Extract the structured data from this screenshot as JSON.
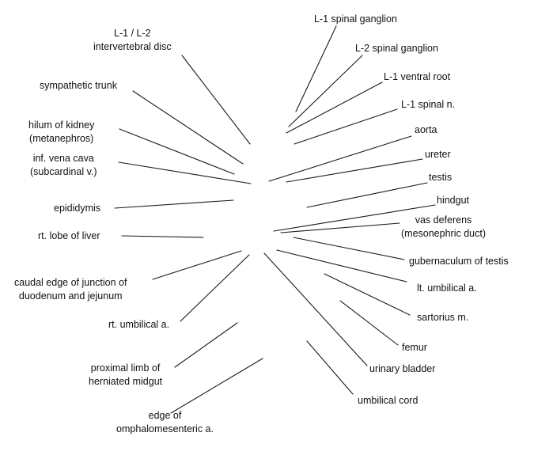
{
  "diagram": {
    "line_color": "#1a1a1a",
    "labels": {
      "l1_l2_disc": [
        "L-1 / L-2",
        "intervertebral disc"
      ],
      "sympathetic_trunk": [
        "sympathetic trunk"
      ],
      "hilum_of_kidney": [
        "hilum of kidney",
        "(metanephros)"
      ],
      "inf_vena_cava": [
        "inf. vena cava",
        "(subcardinal v.)"
      ],
      "epididymis": [
        "epididymis"
      ],
      "rt_lobe_of_liver": [
        "rt. lobe of liver"
      ],
      "caudal_edge_junction": [
        "caudal edge of junction of",
        "duodenum and jejunum"
      ],
      "rt_umbilical_a": [
        "rt. umbilical a."
      ],
      "proximal_limb_midgut": [
        "proximal limb of",
        "herniated midgut"
      ],
      "edge_omphalomesenteric": [
        "edge of",
        "omphalomesenteric a."
      ],
      "l1_spinal_ganglion": [
        "L-1 spinal ganglion"
      ],
      "l2_spinal_ganglion": [
        "L-2 spinal ganglion"
      ],
      "l1_ventral_root": [
        "L-1 ventral root"
      ],
      "l1_spinal_n": [
        "L-1 spinal n."
      ],
      "aorta": [
        "aorta"
      ],
      "ureter": [
        "ureter"
      ],
      "testis": [
        "testis"
      ],
      "hindgut": [
        "hindgut"
      ],
      "vas_deferens": [
        "vas deferens",
        "(mesonephric duct)"
      ],
      "gubernaculum_of_testis": [
        "gubernaculum of testis"
      ],
      "lt_umbilical_a": [
        "lt. umbilical a."
      ],
      "sartorius_m": [
        "sartorius m."
      ],
      "femur": [
        "femur"
      ],
      "urinary_bladder": [
        "urinary bladder"
      ],
      "umbilical_cord": [
        "umbilical cord"
      ]
    }
  }
}
